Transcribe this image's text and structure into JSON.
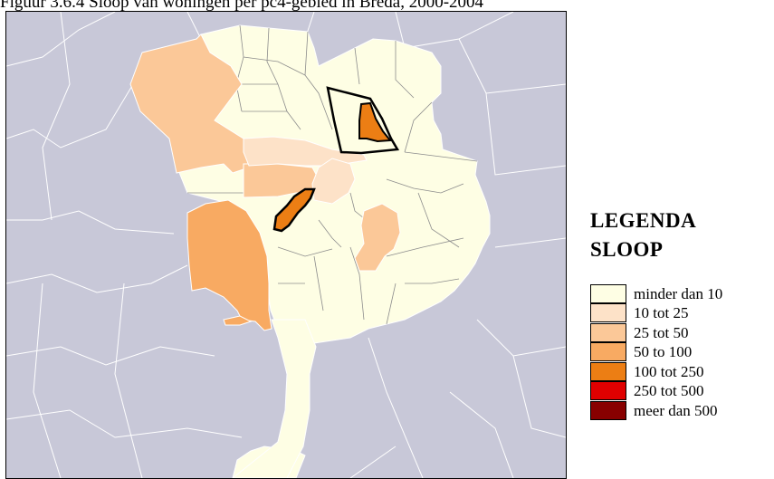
{
  "caption": "Figuur 3.6.4 Sloop van woningen per pc4-gebied in Breda, 2000-2004",
  "colors": {
    "surrounding": "#c8c8d8",
    "border_light": "#ffffff",
    "border_dark": "#000000"
  },
  "legend": {
    "title_line1": "LEGENDA",
    "title_line2": "SLOOP",
    "classes": [
      {
        "label": "minder dan 10",
        "color": "#fefee4"
      },
      {
        "label": "10 tot 25",
        "color": "#fde2c8"
      },
      {
        "label": "25 tot 50",
        "color": "#fbc898"
      },
      {
        "label": "50 to 100",
        "color": "#f8aa62"
      },
      {
        "label": "100 tot 250",
        "color": "#ec7e14"
      },
      {
        "label": "250 tot 500",
        "color": "#e00000"
      },
      {
        "label": "meer dan 500",
        "color": "#880000"
      }
    ]
  }
}
